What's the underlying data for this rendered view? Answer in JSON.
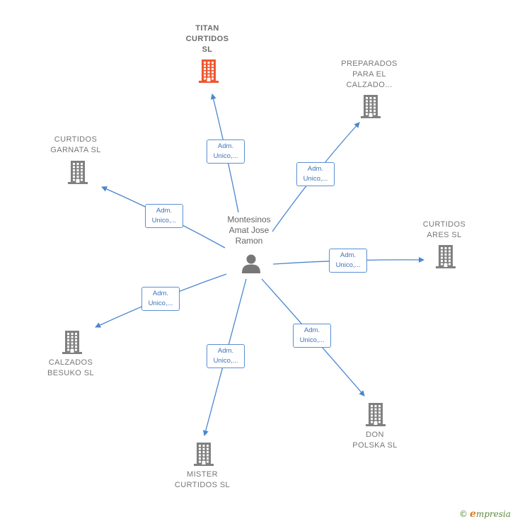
{
  "center": {
    "label": "Montesinos\nAmat Jose\nRamon"
  },
  "companies": [
    {
      "id": "titan",
      "label": "TITAN\nCURTIDOS\nSL",
      "highlight": true
    },
    {
      "id": "preparados",
      "label": "PREPARADOS\nPARA EL\nCALZADO...",
      "highlight": false
    },
    {
      "id": "garnata",
      "label": "CURTIDOS\nGARNATA  SL",
      "highlight": false
    },
    {
      "id": "ares",
      "label": "CURTIDOS\nARES  SL",
      "highlight": false
    },
    {
      "id": "besuko",
      "label": "CALZADOS\nBESUKO  SL",
      "highlight": false
    },
    {
      "id": "don",
      "label": "DON\nPOLSKA  SL",
      "highlight": false
    },
    {
      "id": "mister",
      "label": "MISTER\nCURTIDOS  SL",
      "highlight": false
    }
  ],
  "relations": [
    {
      "to": "titan",
      "label": "Adm.\nUnico,..."
    },
    {
      "to": "preparados",
      "label": "Adm.\nUnico,..."
    },
    {
      "to": "garnata",
      "label": "Adm.\nUnico,..."
    },
    {
      "to": "ares",
      "label": "Adm.\nUnico,..."
    },
    {
      "to": "besuko",
      "label": "Adm.\nUnico,..."
    },
    {
      "to": "don",
      "label": "Adm.\nUnico,..."
    },
    {
      "to": "mister",
      "label": "Adm.\nUnico,..."
    }
  ],
  "colors": {
    "edge": "#4a86cf",
    "building": "#808080",
    "highlight": "#f0562e"
  },
  "icons": {
    "company": "building-icon",
    "person": "person-icon"
  },
  "brand": {
    "copyright": "©",
    "initial": "e",
    "name": "mpresia"
  }
}
